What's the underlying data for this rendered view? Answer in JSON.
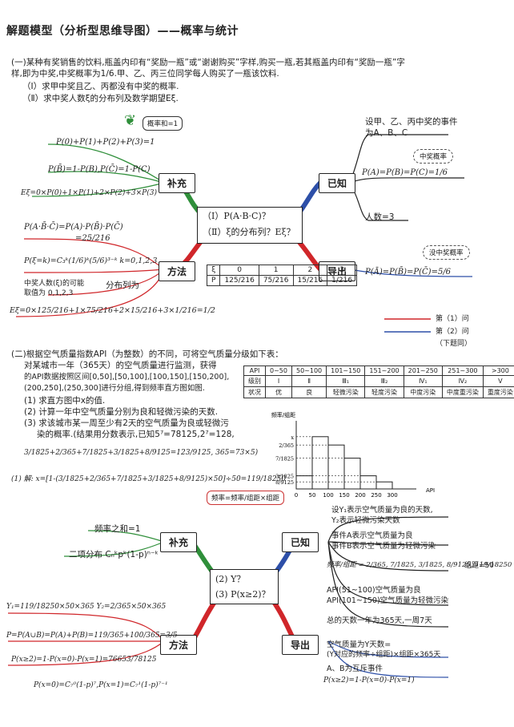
{
  "title": "解题模型（分析型思维导图）——概率与统计",
  "p1": {
    "q_line1": "(一)某种有奖销售的饮料,瓶盖内印有“奖励一瓶”或“谢谢购买”字样,购买一瓶,若其瓶盖内印有“奖励一瓶”字",
    "q_line2": "样,即为中奖,中奖概率为1/6.甲、乙、丙三位同学每人购买了一瓶该饮料.",
    "q_i": "（Ⅰ）求甲中奖且乙、丙都没有中奖的概率.",
    "q_ii": "（Ⅱ）求中奖人数ξ的分布列及数学期望Eξ.",
    "center_1": "（Ⅰ）P(A·B·C)？",
    "center_2": "（Ⅱ）ξ的分布列？Eξ？",
    "node_buchong": "补充",
    "node_yizhi": "已知",
    "node_fangfa": "方法",
    "node_daochu": "导出",
    "tag_prob": "概率和=1",
    "sup1": "P(0)+P(1)+P(2)+P(3)=1",
    "sup2": "P(B̄)=1-P(B),P(C̄)=1-P(C)",
    "sup3": "Eξ=0×P(0)+1×P(1)+2×P(2)+3×P(3)",
    "known_event_1": "设甲、乙、丙中奖的事件",
    "known_event_2": "为A、B、C",
    "cloud_prob": "中奖概率",
    "known_prob": "P(A)=P(B)=P(C)=1/6",
    "known_count": "人数=3",
    "method1": "P(A·B̄·C̄)=P(A)·P(B̄)·P(C̄)",
    "method1b": "=25/216",
    "method2": "P(ξ=k)=C₃ᵏ(1/6)ᵏ(5/6)³⁻ᵏ  k=0,1,2,3",
    "method_note1": "中奖人数(ξ)的可能",
    "method_note2": "取值为 0,1,2,3",
    "method_dist": "分布列为",
    "method_exp": "Eξ=0×125/216+1×75/216+2×15/216+3×1/216=1/2",
    "dist_table": [
      [
        "ξ",
        "0",
        "1",
        "2",
        "3"
      ],
      [
        "P",
        "125/216",
        "75/216",
        "15/216",
        "1/216"
      ]
    ],
    "cloud_no": "没中奖概率",
    "derive": "P(Ā)=P(B̄)=P(C̄)=5/6",
    "legend_1": "第（1）问",
    "legend_2": "第（2）问",
    "legend_3": "（下题同）"
  },
  "p2": {
    "q1": "(二)根据空气质量指数API（为整数）的不同，可将空气质量分级如下表：",
    "q2": "对某城市一年（365天）的空气质量进行监测，获得",
    "q3": "的API数据按照区间[0,50],[50,100],[100,150],[150,200],",
    "q4": "(200,250],(250,300]进行分组,得到频率直方图如图.",
    "s1": "(1) 求直方图中x的值.",
    "s2": "(2) 计算一年中空气质量分别为良和轻微污染的天数.",
    "s3": "(3) 求该城市某一周至少有2天的空气质量为良或轻微污",
    "s3b": "染的概率.(结果用分数表示,已知5⁷=78125,2⁷=128,",
    "s3c": "3/1825+2/365+7/1825+3/1825+8/9125=123/9125, 365=73×5)",
    "sol": "(1) 解: x=[1-(3/1825+2/365+7/1825+3/1825+8/9125)×50]÷50=119/18250",
    "rbox": "频率=频率/组距×组距",
    "api_table": [
      [
        "API",
        "0~50",
        "50~100",
        "101~150",
        "151~200",
        "201~250",
        "251~300",
        ">300"
      ],
      [
        "级别",
        "Ⅰ",
        "Ⅱ",
        "Ⅲ₁",
        "Ⅲ₂",
        "Ⅳ₁",
        "Ⅳ₂",
        "Ⅴ"
      ],
      [
        "状况",
        "优",
        "良",
        "轻微污染",
        "轻度污染",
        "中度污染",
        "中度重污染",
        "重度污染"
      ]
    ],
    "hist_ylabel": "频率/组距",
    "hist_xlabel": "API",
    "center_1": "(2) Y？",
    "center_2": "(3) P(x≥2)？",
    "node_buchong": "补充",
    "node_yizhi": "已知",
    "node_fangfa": "方法",
    "node_daochu": "导出",
    "sup1": "频率之和=1",
    "sup2": "二项分布  Cₙᵏpᵏ(1-p)ⁿ⁻ᵏ",
    "k1": "设Y₁表示空气质量为良的天数,",
    "k2": "Y₂表示轻微污染天数",
    "k3": "事件A表示空气质量为良",
    "k4": "事件B表示空气质量为轻微污染",
    "k5": "频率/组距 = 2/365, 7/1825, 3/1825, 8/9125, 119/18250",
    "k5b": "组距=50",
    "k6": "API(51~100)空气质量为良",
    "k7": "API(101~150)空气质量为轻微污染",
    "k8": "总的天数一年为365天,一周7天",
    "m1": "Y₁=119/18250×50×365  Y₂=2/365×50×365",
    "m2": "P=P(A∪B)=P(A)+P(B)=119/365+100/365=3/5",
    "m3": "P(x≥2)=1-P(x=0)-P(x=1)=76653/78125",
    "m4": "P(x=0)=C₇⁰(1-p)⁷,P(x=1)=C₇¹(1-p)⁷⁻¹",
    "d1": "空气质量为Y天数=",
    "d2": "(Y对应的频率÷组距)×组距×365天",
    "d3": "A、B为互斥事件",
    "d4": "P(x≥2)=1-P(x=0)-P(x=1)"
  },
  "chart_data": {
    "type": "bar",
    "title": "",
    "xlabel": "API",
    "ylabel": "频率/组距",
    "categories": [
      "0-50",
      "50-100",
      "100-150",
      "150-200",
      "200-250",
      "250-300"
    ],
    "x_ticks": [
      "0",
      "50",
      "100",
      "150",
      "200",
      "250",
      "300"
    ],
    "y_ticks": [
      "x",
      "2/365",
      "7/1825",
      "3/1825",
      "8/9125"
    ],
    "values": [
      0.00164,
      0.00652,
      0.00548,
      0.00384,
      0.00164,
      0.00088
    ]
  },
  "colors": {
    "red": "#d0262a",
    "green": "#2f8f3a",
    "blue": "#2d4fa8",
    "dark": "#222"
  }
}
